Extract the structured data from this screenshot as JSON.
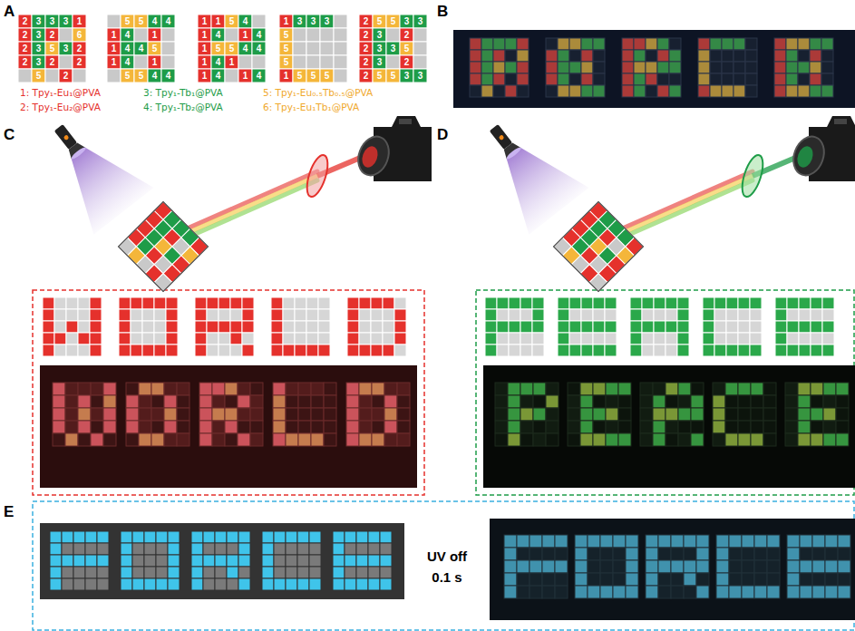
{
  "diagram": {
    "labels": [
      "A",
      "2",
      "3",
      "3",
      "3",
      "1",
      "2",
      "3",
      "2",
      "6",
      "2",
      "3",
      "5",
      "3",
      "2",
      "2",
      "3",
      "2",
      "2",
      "5",
      "2",
      "5",
      "5",
      "4",
      "4",
      "1",
      "4",
      "1",
      "1",
      "4",
      "4",
      "5",
      "1",
      "4",
      "1",
      "5",
      "5",
      "4",
      "4",
      "1",
      "1",
      "5",
      "4",
      "1",
      "4",
      "1",
      "4",
      "1",
      "5",
      "5",
      "4",
      "4",
      "1",
      "4",
      "1",
      "1",
      "4",
      "1",
      "4",
      "1",
      "3",
      "3",
      "3",
      "5",
      "5",
      "5",
      "1",
      "5",
      "5",
      "5",
      "2",
      "5",
      "5",
      "3",
      "3",
      "2",
      "3",
      "2",
      "2",
      "3",
      "3",
      "5",
      "2",
      "3",
      "2",
      "2",
      "5",
      "5",
      "3",
      "3",
      "B",
      "C",
      "D",
      "E",
      "UV off 0.1 s"
    ],
    "legend": [
      {
        "text": "1: Tpy₁-Eu₁@PVA",
        "color": "#e5312c"
      },
      {
        "text": "2: Tpy₁-Eu₂@PVA",
        "color": "#e5312c"
      },
      {
        "text": "3: Tpy₁-Tb₁@PVA",
        "color": "#1e9c48"
      },
      {
        "text": "4: Tpy₁-Tb₂@PVA",
        "color": "#1e9c48"
      },
      {
        "text": "5: Tpy₁-Eu₀.₅Tb₀.₅@PVA",
        "color": "#f0a92e"
      },
      {
        "text": "6: Tpy₁-Eu₁Tb₁@PVA",
        "color": "#f0a92e"
      }
    ]
  }
}
